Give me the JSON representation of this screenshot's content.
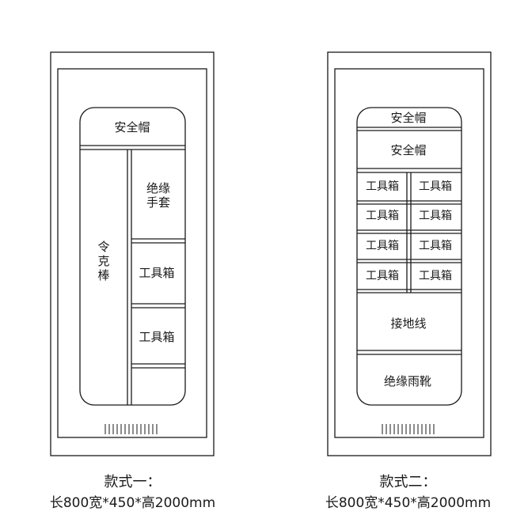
{
  "styles": [
    {
      "helmet_label": "安全帽",
      "rod_label_chars": [
        "令",
        "克",
        "棒"
      ],
      "gloves_label_lines": [
        "绝缘",
        "手套"
      ],
      "toolbox_label": "工具箱",
      "caption_name": "款式一：",
      "caption_size": "长800宽*450*高2000mm"
    },
    {
      "top_helmet_label": "安全帽",
      "helmet_label": "安全帽",
      "toolbox_label": "工具箱",
      "grounding_label": "接地线",
      "boots_label": "绝缘雨靴",
      "caption_name": "款式二：",
      "caption_size": "长800宽*450*高2000mm"
    }
  ]
}
